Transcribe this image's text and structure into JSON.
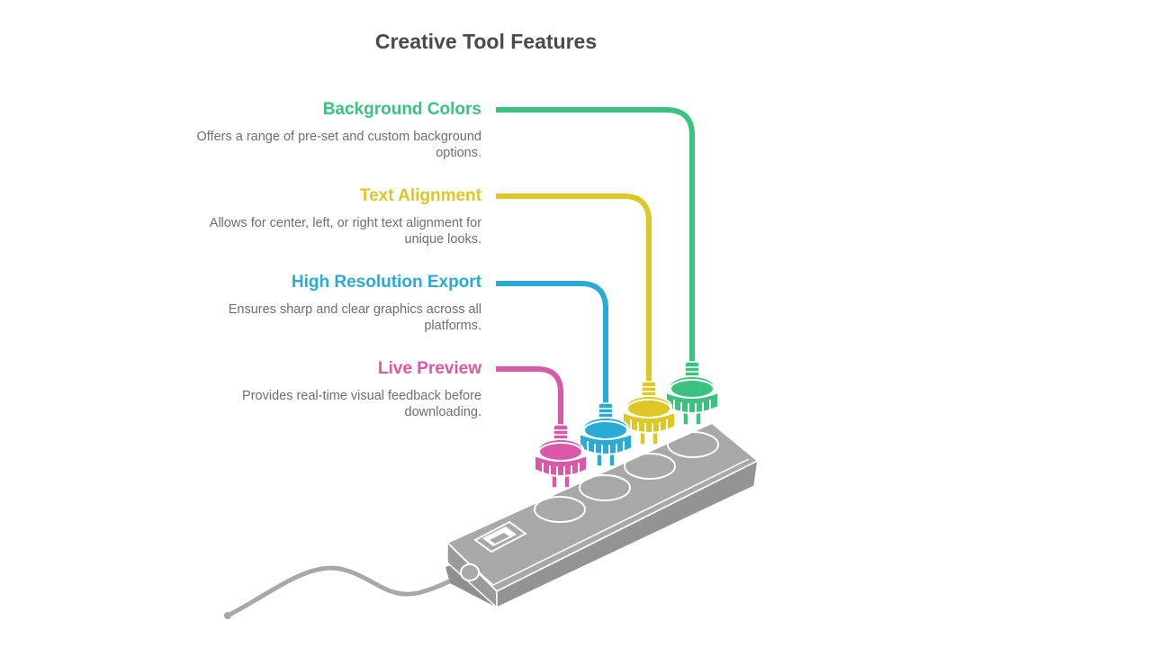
{
  "title": "Creative Tool Features",
  "features": [
    {
      "title": "Background Colors",
      "description": "Offers a range of pre-set and custom background options.",
      "color": "#3cc27f"
    },
    {
      "title": "Text Alignment",
      "description": "Allows for center, left, or right text alignment for unique looks.",
      "color": "#dcc724"
    },
    {
      "title": "High Resolution Export",
      "description": "Ensures sharp and clear graphics across all platforms.",
      "color": "#2aaad6"
    },
    {
      "title": "Live Preview",
      "description": "Provides real-time visual feedback before downloading.",
      "color": "#da59a7"
    }
  ],
  "colors": {
    "strip": "#a8a8a8",
    "strip_dark": "#8a8a8a",
    "title": "#4a4a4a",
    "desc": "#6f6f6f"
  },
  "icons": [
    "power-strip-icon",
    "power-switch-icon",
    "plug-icon",
    "power-cable-icon"
  ]
}
